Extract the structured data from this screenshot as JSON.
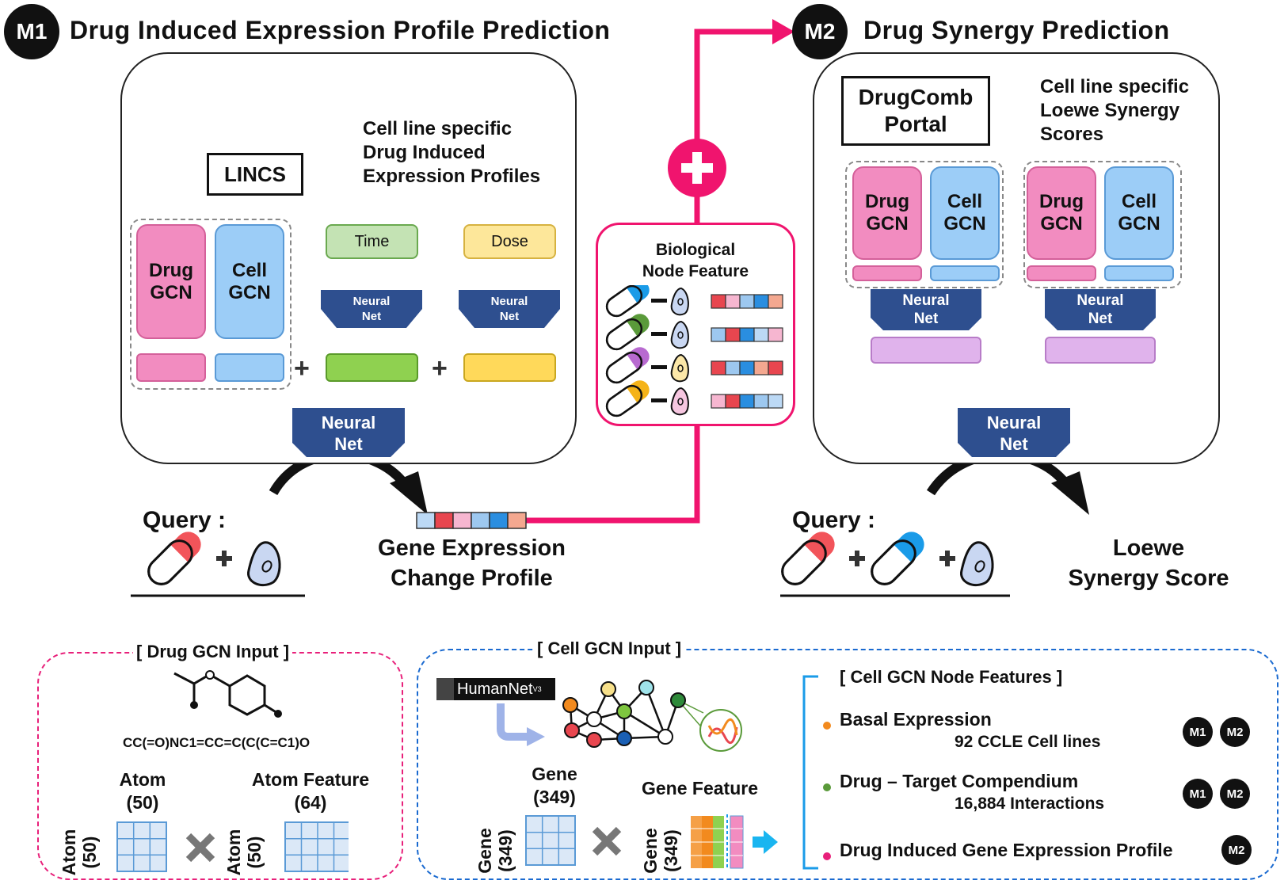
{
  "m1": {
    "badge": "M1",
    "title": "Drug Induced Expression Profile Prediction",
    "lincs": "LINCS",
    "lincs_desc": [
      "Cell line specific",
      "Drug Induced",
      "Expression Profiles"
    ],
    "drug_gcn": [
      "Drug",
      "GCN"
    ],
    "cell_gcn": [
      "Cell",
      "GCN"
    ],
    "time": "Time",
    "dose": "Dose",
    "nn_small": [
      "Neural",
      "Net"
    ],
    "nn_big": [
      "Neural",
      "Net"
    ],
    "plus": "+",
    "query": "Query :",
    "output": [
      "Gene Expression",
      "Change Profile"
    ]
  },
  "middle": {
    "plus": "+",
    "bio_title": [
      "Biological",
      "Node Feature"
    ]
  },
  "m2": {
    "badge": "M2",
    "title": "Drug Synergy Prediction",
    "drugcomb": [
      "DrugComb",
      "Portal"
    ],
    "drugcomb_desc": [
      "Cell line specific",
      "Loewe Synergy",
      "Scores"
    ],
    "drug_gcn": [
      "Drug",
      "GCN"
    ],
    "cell_gcn": [
      "Cell",
      "GCN"
    ],
    "nn": [
      "Neural",
      "Net"
    ],
    "query": "Query :",
    "output": [
      "Loewe",
      "Synergy Score"
    ]
  },
  "drug_input": {
    "title": "[ Drug GCN Input ]",
    "smiles": "CC(=O)NC1=CC=C(C(C=C1)O",
    "atom_col": [
      "Atom",
      "(50)"
    ],
    "atom_row": [
      "Atom",
      "(50)"
    ],
    "feat_col": [
      "Atom  Feature",
      "(64)"
    ],
    "feat_row": [
      "Atom",
      "(50)"
    ]
  },
  "cell_input": {
    "title": "[ Cell GCN Input ]",
    "humannet": "HumanNet",
    "humannet_ver": "V3",
    "gene_col": [
      "Gene",
      "(349)"
    ],
    "gene_row": [
      "Gene",
      "(349)"
    ],
    "feat_title": "Gene Feature",
    "feat_row": [
      "Gene",
      "(349)"
    ],
    "node_title": "[ Cell GCN Node Features ]",
    "features": [
      {
        "name": "Basal Expression",
        "detail": "92 CCLE Cell lines",
        "dot": "#f28a1e",
        "badges": [
          "M1",
          "M2"
        ]
      },
      {
        "name": "Drug – Target Compendium",
        "detail": "16,884 Interactions",
        "dot": "#5a9a3a",
        "badges": [
          "M1",
          "M2"
        ]
      },
      {
        "name": "Drug Induced Gene Expression Profile",
        "detail": "",
        "dot": "#e8207a",
        "badges": [
          "M2"
        ]
      }
    ]
  },
  "colors": {
    "pink_line": "#f0146e",
    "navy": "#2e4f8f",
    "drug_pink": "#f28cc0",
    "cell_blue": "#9ccdf7",
    "time_green": "#c4e3b4",
    "dose_yellow": "#fde79a",
    "lavender": "#e0b3ec"
  }
}
